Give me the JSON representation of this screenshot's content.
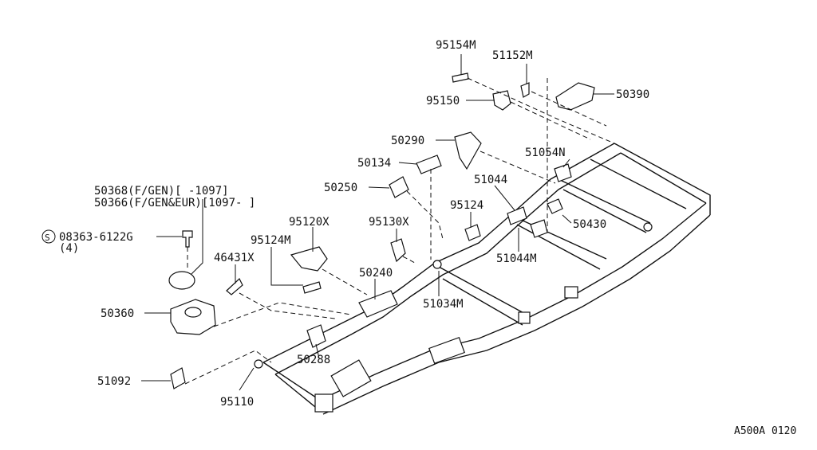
{
  "labels": {
    "p95154M": "95154M",
    "p51152M": "51152M",
    "p95150": "95150",
    "p50390": "50390",
    "p50290": "50290",
    "p51054N": "51054N",
    "p50134": "50134",
    "p51044": "51044",
    "p50250": "50250",
    "p95124a": "95124",
    "p50430": "50430",
    "p50368": "50368(F/GEN)[    -1097]",
    "p50366": "50366(F/GEN&EUR)[1097-    ]",
    "p95120X": "95120X",
    "p95130X": "95130X",
    "p51044M": "51044M",
    "p08363": "08363-6122G",
    "qty4": "(4)",
    "s_mark": "S",
    "p95124M": "95124M",
    "p46431X": "46431X",
    "p50240": "50240",
    "p51034M": "51034M",
    "p50360": "50360",
    "p50288": "50288",
    "p51092": "51092",
    "p95110": "95110",
    "code": "A500A 0120"
  }
}
